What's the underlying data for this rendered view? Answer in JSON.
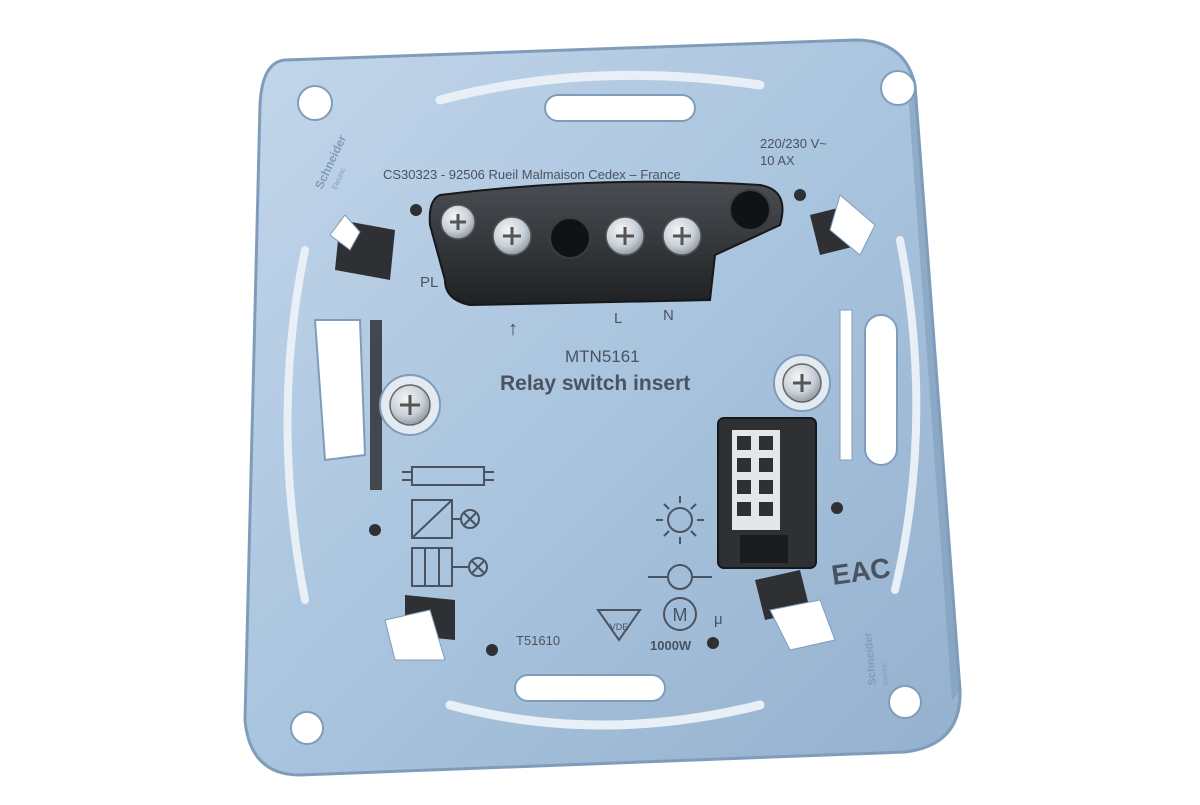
{
  "product": {
    "model": "MTN5161",
    "name": "Relay switch insert",
    "certificate_line": "CS30323 - 92506 Rueil Malmaison Cedex – France",
    "voltage": "220/230 V~",
    "current": "10 AX",
    "type_code": "T51610",
    "power": "1000W",
    "brand_top": "Schneider",
    "brand_top_sub": "Electric",
    "brand_side": "Schneider",
    "brand_side_sub": "Electric"
  },
  "terminals": {
    "pl": "PL",
    "arrow": "↑",
    "l": "L",
    "n": "N"
  },
  "marks": {
    "eac": "EAC",
    "vde": "VDE",
    "micro": "μ",
    "motor": "M"
  },
  "colors": {
    "plate": "#a9c4de",
    "plate_shade": "#7f9dbb",
    "terminal_block": "#2e3033",
    "text": "#4a5360"
  }
}
